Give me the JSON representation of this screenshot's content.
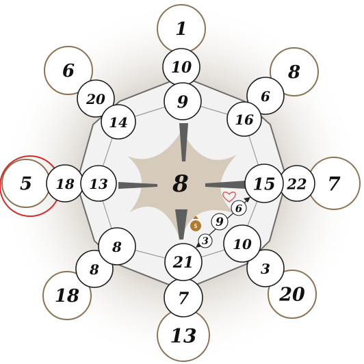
{
  "colors": {
    "board_fill": "#f2f2f2",
    "board_edge": "#6b6b6b",
    "tan_room": "#d6cbbb",
    "dark_wedge": "#5e5e5e",
    "node_fill": "#ffffff",
    "node_stroke": "#1c1c1c",
    "outer_stroke": "#8a7456",
    "highlight": "#d42a2a",
    "heart": "#e05050",
    "money_bag": "#b07a2c"
  },
  "center": {
    "label": "8"
  },
  "nodes": [
    {
      "id": "top-outer",
      "label": "1",
      "ring": "outer"
    },
    {
      "id": "top-mid",
      "label": "10",
      "ring": "mid"
    },
    {
      "id": "top-inner",
      "label": "9",
      "ring": "inner"
    },
    {
      "id": "upper-right-outer",
      "label": "8",
      "ring": "outer"
    },
    {
      "id": "upper-right-mid",
      "label": "6",
      "ring": "mid"
    },
    {
      "id": "upper-right-inner",
      "label": "16",
      "ring": "inner"
    },
    {
      "id": "right-outer",
      "label": "7",
      "ring": "outer"
    },
    {
      "id": "right-mid",
      "label": "22",
      "ring": "mid"
    },
    {
      "id": "right-inner",
      "label": "15",
      "ring": "inner"
    },
    {
      "id": "lower-right-outer",
      "label": "20",
      "ring": "outer"
    },
    {
      "id": "lower-right-mid",
      "label": "3",
      "ring": "mid"
    },
    {
      "id": "lower-right-inner",
      "label": "10",
      "ring": "inner"
    },
    {
      "id": "bottom-outer",
      "label": "13",
      "ring": "outer"
    },
    {
      "id": "bottom-mid",
      "label": "7",
      "ring": "mid"
    },
    {
      "id": "bottom-inner",
      "label": "21",
      "ring": "inner"
    },
    {
      "id": "lower-left-outer",
      "label": "18",
      "ring": "outer"
    },
    {
      "id": "lower-left-mid",
      "label": "8",
      "ring": "mid"
    },
    {
      "id": "lower-left-inner",
      "label": "8",
      "ring": "inner"
    },
    {
      "id": "left-outer",
      "label": "5",
      "ring": "outer",
      "highlighted": true
    },
    {
      "id": "left-mid",
      "label": "18",
      "ring": "mid"
    },
    {
      "id": "left-inner",
      "label": "13",
      "ring": "inner"
    },
    {
      "id": "upper-left-outer",
      "label": "6",
      "ring": "outer"
    },
    {
      "id": "upper-left-mid",
      "label": "20",
      "ring": "mid"
    },
    {
      "id": "upper-left-inner",
      "label": "14",
      "ring": "inner"
    }
  ],
  "path_steps": [
    {
      "id": "step-1",
      "label": "6"
    },
    {
      "id": "step-2",
      "label": "9"
    },
    {
      "id": "step-3",
      "label": "3"
    }
  ],
  "icons": {
    "heart": "heart-icon",
    "money": "money-bag-icon"
  }
}
